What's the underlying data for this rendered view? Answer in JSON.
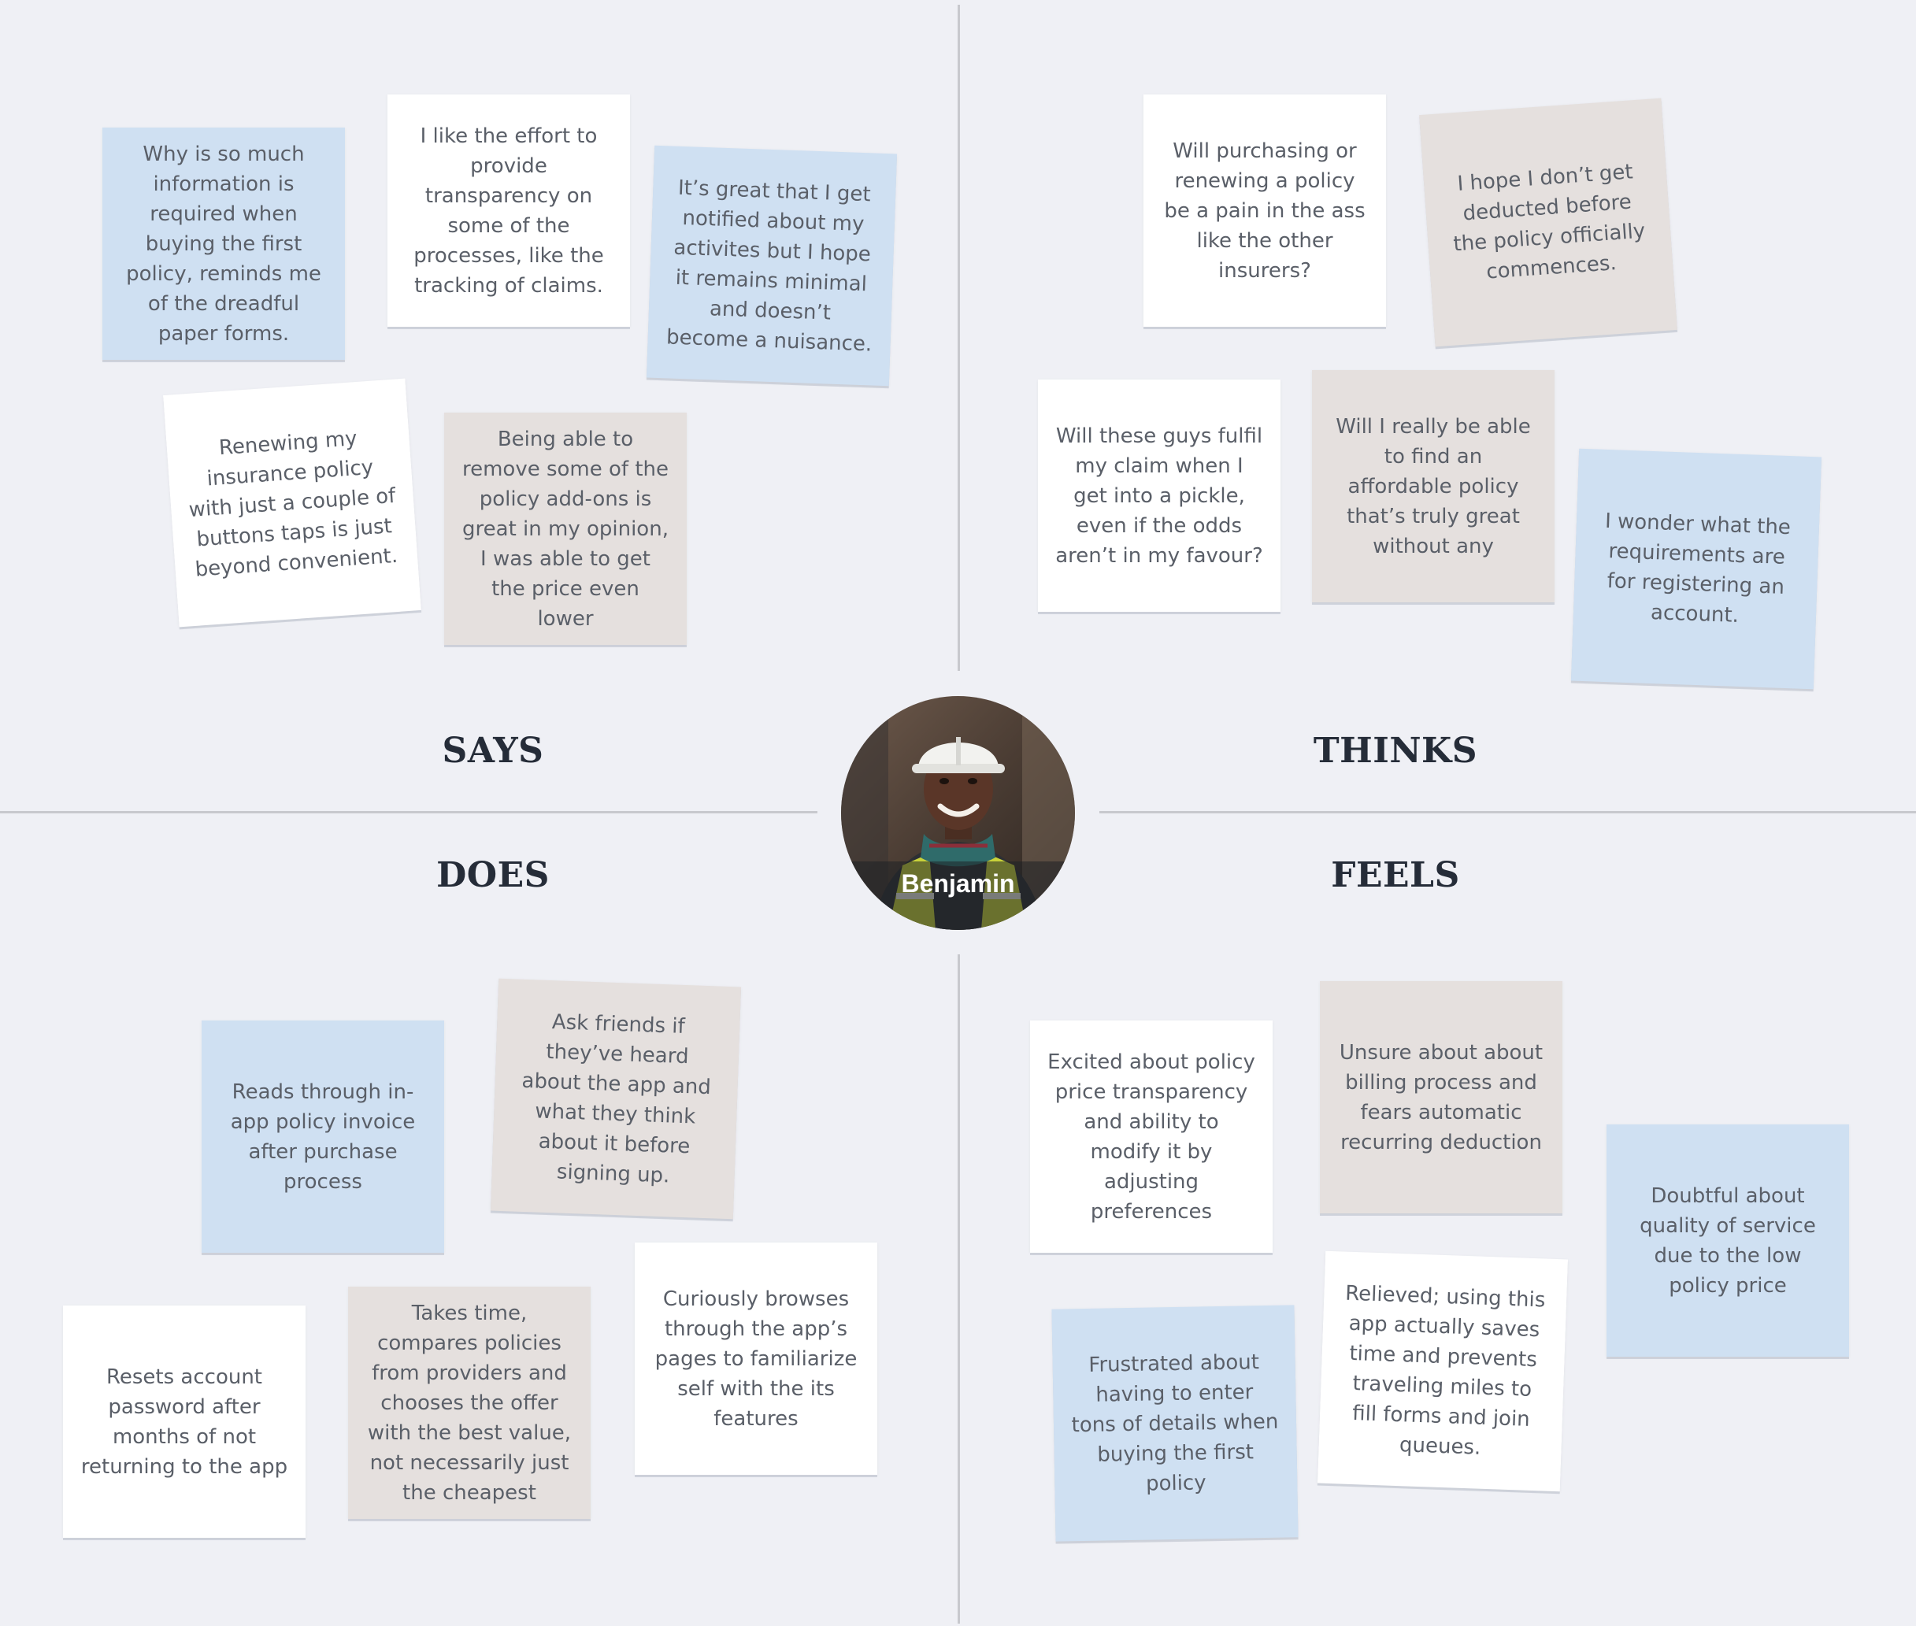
{
  "persona": {
    "name": "Benjamin"
  },
  "colors": {
    "background": "#eff0f5",
    "blue_note": "#cfe0f2",
    "white_note": "#ffffff",
    "taupe_note": "#e5e0de",
    "title": "#252c38",
    "note_text": "#5a5f68",
    "divider": "#c8c9ce"
  },
  "quadrants": {
    "says": {
      "title": "SAYS",
      "notes": [
        {
          "text": "Why is so much information is required when buying the first policy, reminds me of the dreadful paper forms.",
          "color": "blue"
        },
        {
          "text": "I like the effort to provide transparency on some of the processes, like the tracking of claims.",
          "color": "white"
        },
        {
          "text": "It’s great that I get notified about my activites but I hope it remains minimal and doesn’t become a nuisance.",
          "color": "blue"
        },
        {
          "text": "Renewing my insurance policy with just a couple of buttons taps is just beyond convenient.",
          "color": "white"
        },
        {
          "text": "Being able to remove some of the policy add-ons is great in my opinion, I was able to get the price even lower",
          "color": "taupe"
        }
      ]
    },
    "thinks": {
      "title": "THINKS",
      "notes": [
        {
          "text": "Will purchasing or renewing a policy be a pain in the ass like the other insurers?",
          "color": "white"
        },
        {
          "text": "I hope I don’t get deducted before the policy officially commences.",
          "color": "taupe"
        },
        {
          "text": "Will these guys fulfil my claim when I get into a pickle, even if the odds aren’t in my favour?",
          "color": "white"
        },
        {
          "text": "Will I really be able to find an affordable policy that’s truly great without any",
          "color": "taupe"
        },
        {
          "text": "I wonder what the requirements are for registering an account.",
          "color": "blue"
        }
      ]
    },
    "does": {
      "title": "DOES",
      "notes": [
        {
          "text": "Reads through in-app policy invoice after purchase process",
          "color": "blue"
        },
        {
          "text": "Ask friends if they’ve heard about the app and what they think about it before signing up.",
          "color": "taupe"
        },
        {
          "text": "Resets account password after months of not returning to the app",
          "color": "white"
        },
        {
          "text": "Takes time, compares policies from providers and chooses the offer with the best value, not necessarily just the cheapest",
          "color": "taupe"
        },
        {
          "text": "Curiously browses through the app’s pages to familiarize self with the its features",
          "color": "white"
        }
      ]
    },
    "feels": {
      "title": "FEELS",
      "notes": [
        {
          "text": "Excited about policy price transparency and ability to modify it by adjusting preferences",
          "color": "white"
        },
        {
          "text": "Unsure about about billing process and fears automatic recurring deduction",
          "color": "taupe"
        },
        {
          "text": "Doubtful about quality of service due to the low policy price",
          "color": "blue"
        },
        {
          "text": "Frustrated about having to enter tons of details when buying the first policy",
          "color": "blue"
        },
        {
          "text": "Relieved; using this app actually saves time and prevents traveling miles to fill forms and join queues.",
          "color": "white"
        }
      ]
    }
  }
}
